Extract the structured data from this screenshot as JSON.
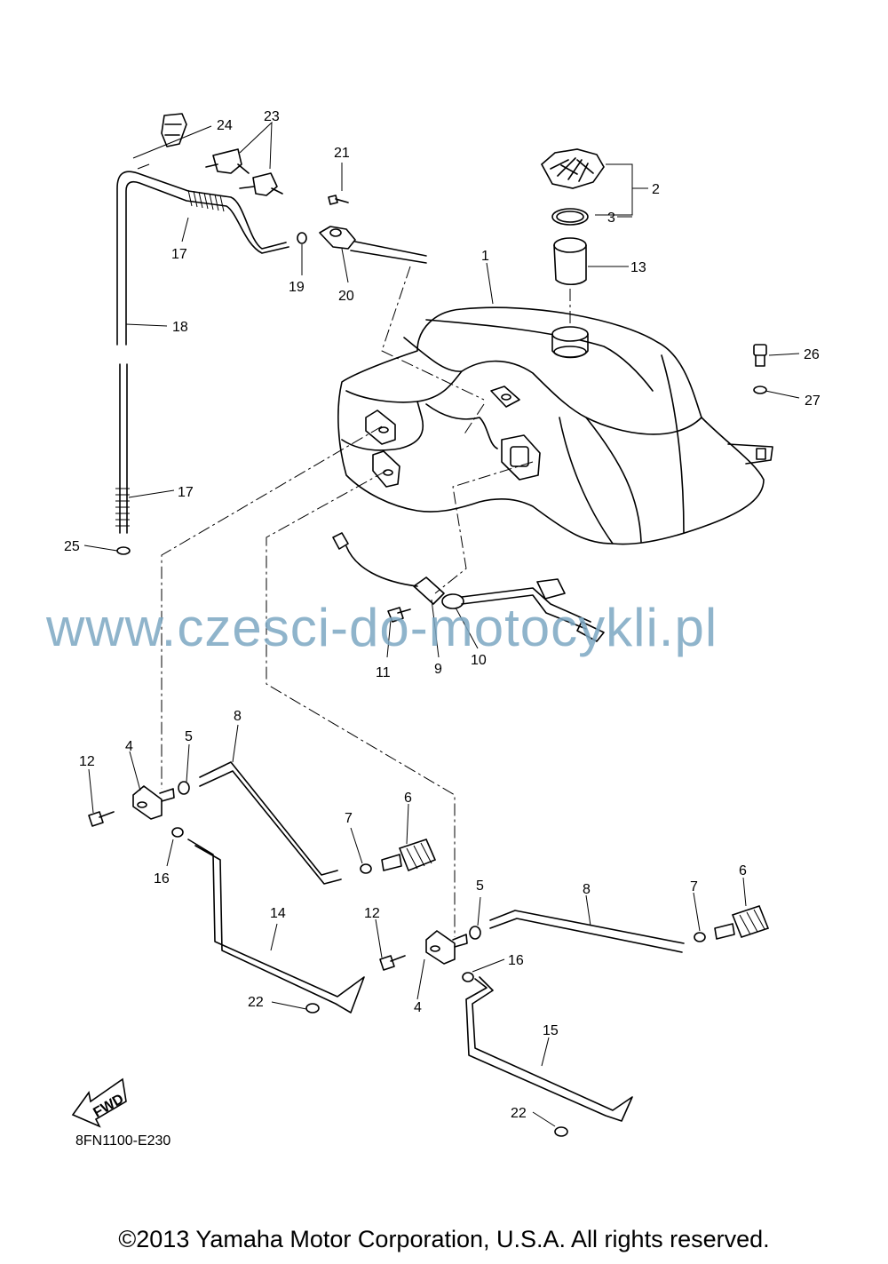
{
  "callouts": {
    "c1": "1",
    "c2": "2",
    "c3": "3",
    "c4a": "4",
    "c4b": "4",
    "c5a": "5",
    "c5b": "5",
    "c6a": "6",
    "c6b": "6",
    "c7a": "7",
    "c7b": "7",
    "c8a": "8",
    "c8b": "8",
    "c9": "9",
    "c10": "10",
    "c11": "11",
    "c12a": "12",
    "c12b": "12",
    "c13": "13",
    "c14": "14",
    "c15": "15",
    "c16a": "16",
    "c16b": "16",
    "c17a": "17",
    "c17b": "17",
    "c18": "18",
    "c19": "19",
    "c20": "20",
    "c21": "21",
    "c22a": "22",
    "c22b": "22",
    "c23": "23",
    "c24": "24",
    "c25": "25",
    "c26": "26",
    "c27": "27"
  },
  "fwd_label": "FWD",
  "ref_code": "8FN1100-E230",
  "watermark": "www.czesci-do-motocykli.pl",
  "copyright": "©2013 Yamaha Motor Corporation, U.S.A. All rights reserved."
}
